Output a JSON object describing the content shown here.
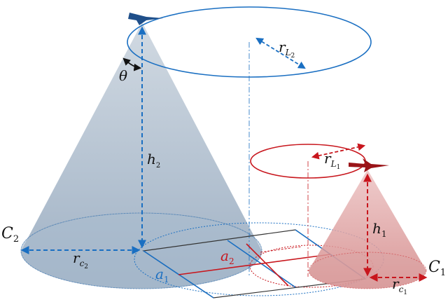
{
  "colors": {
    "blue": "#1a6fc2",
    "blue_dark": "#123f7a",
    "red": "#c8161d",
    "red_dark": "#8e1116",
    "cone_blue": "#9fb0c2",
    "cone_red": "#d98c8c",
    "black": "#111111"
  },
  "labels": {
    "theta": "θ",
    "h2_main": "h",
    "h2_sub": "2",
    "h1_main": "h",
    "h1_sub": "1",
    "C2_main": "C",
    "C2_sub": "2",
    "C1_main": "C",
    "C1_sub": "1",
    "rc2_main": "r",
    "rc2_sub": "c",
    "rc2_subsub": "2",
    "rc1_main": "r",
    "rc1_sub": "c",
    "rc1_subsub": "1",
    "rL2_main": "r",
    "rL2_sub": "L",
    "rL2_subsub": "2",
    "rL1_main": "r",
    "rL1_sub": "L",
    "rL1_subsub": "1",
    "a1_main": "a",
    "a1_sub": "1",
    "a2_main": "a",
    "a2_sub": "2"
  },
  "icons": {
    "uav_blue": "uav-blue-icon",
    "uav_red": "uav-red-icon"
  }
}
